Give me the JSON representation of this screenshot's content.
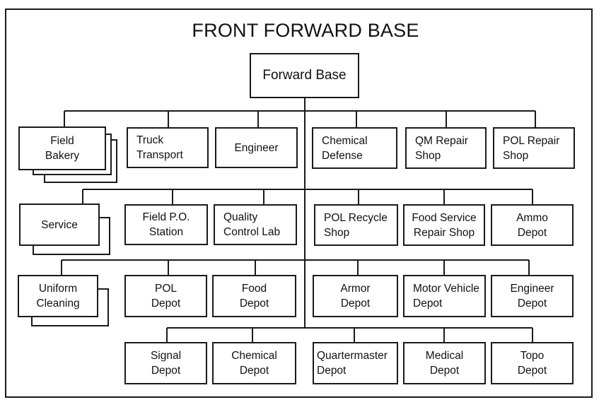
{
  "title": "FRONT FORWARD BASE",
  "root": "Forward Base",
  "rows": [
    [
      "Field Bakery",
      "Truck Transport",
      "Engineer",
      "Chemical Defense",
      "QM Repair Shop",
      "POL Repair Shop"
    ],
    [
      "Service",
      "Field P.O. Station",
      "Quality Control Lab",
      "POL Recycle Shop",
      "Food Service Repair Shop",
      "Ammo Depot"
    ],
    [
      "Uniform Cleaning",
      "POL Depot",
      "Food Depot",
      "Armor Depot",
      "Motor Vehicle Depot",
      "Engineer Depot"
    ],
    [
      "Signal Depot",
      "Chemical Depot",
      "Quartermaster Depot",
      "Medical Depot",
      "Topo Depot"
    ]
  ]
}
